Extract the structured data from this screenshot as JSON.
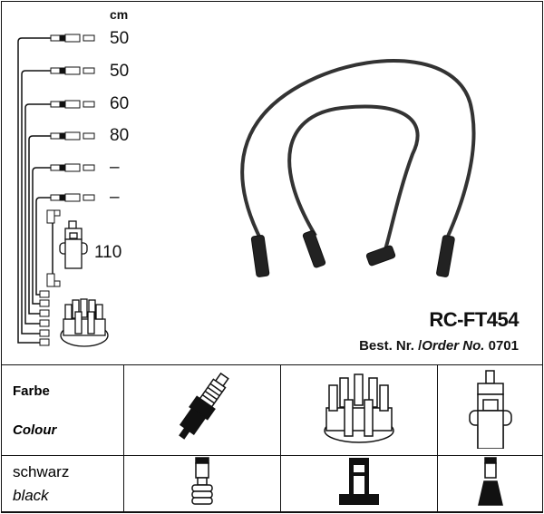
{
  "unit_label": "cm",
  "cable_lengths": [
    "50",
    "50",
    "60",
    "80",
    "–",
    "–",
    "110"
  ],
  "product_code": "RC-FT454",
  "order": {
    "label_de": "Best. Nr.",
    "separator": "/",
    "label_en": "Order No.",
    "number": "0701"
  },
  "table": {
    "header_label_de": "Farbe",
    "header_label_en": "Colour",
    "color_de": "schwarz",
    "color_en": "black",
    "columns": [
      "spark-plug",
      "distributor-cap",
      "ignition-coil"
    ]
  }
}
